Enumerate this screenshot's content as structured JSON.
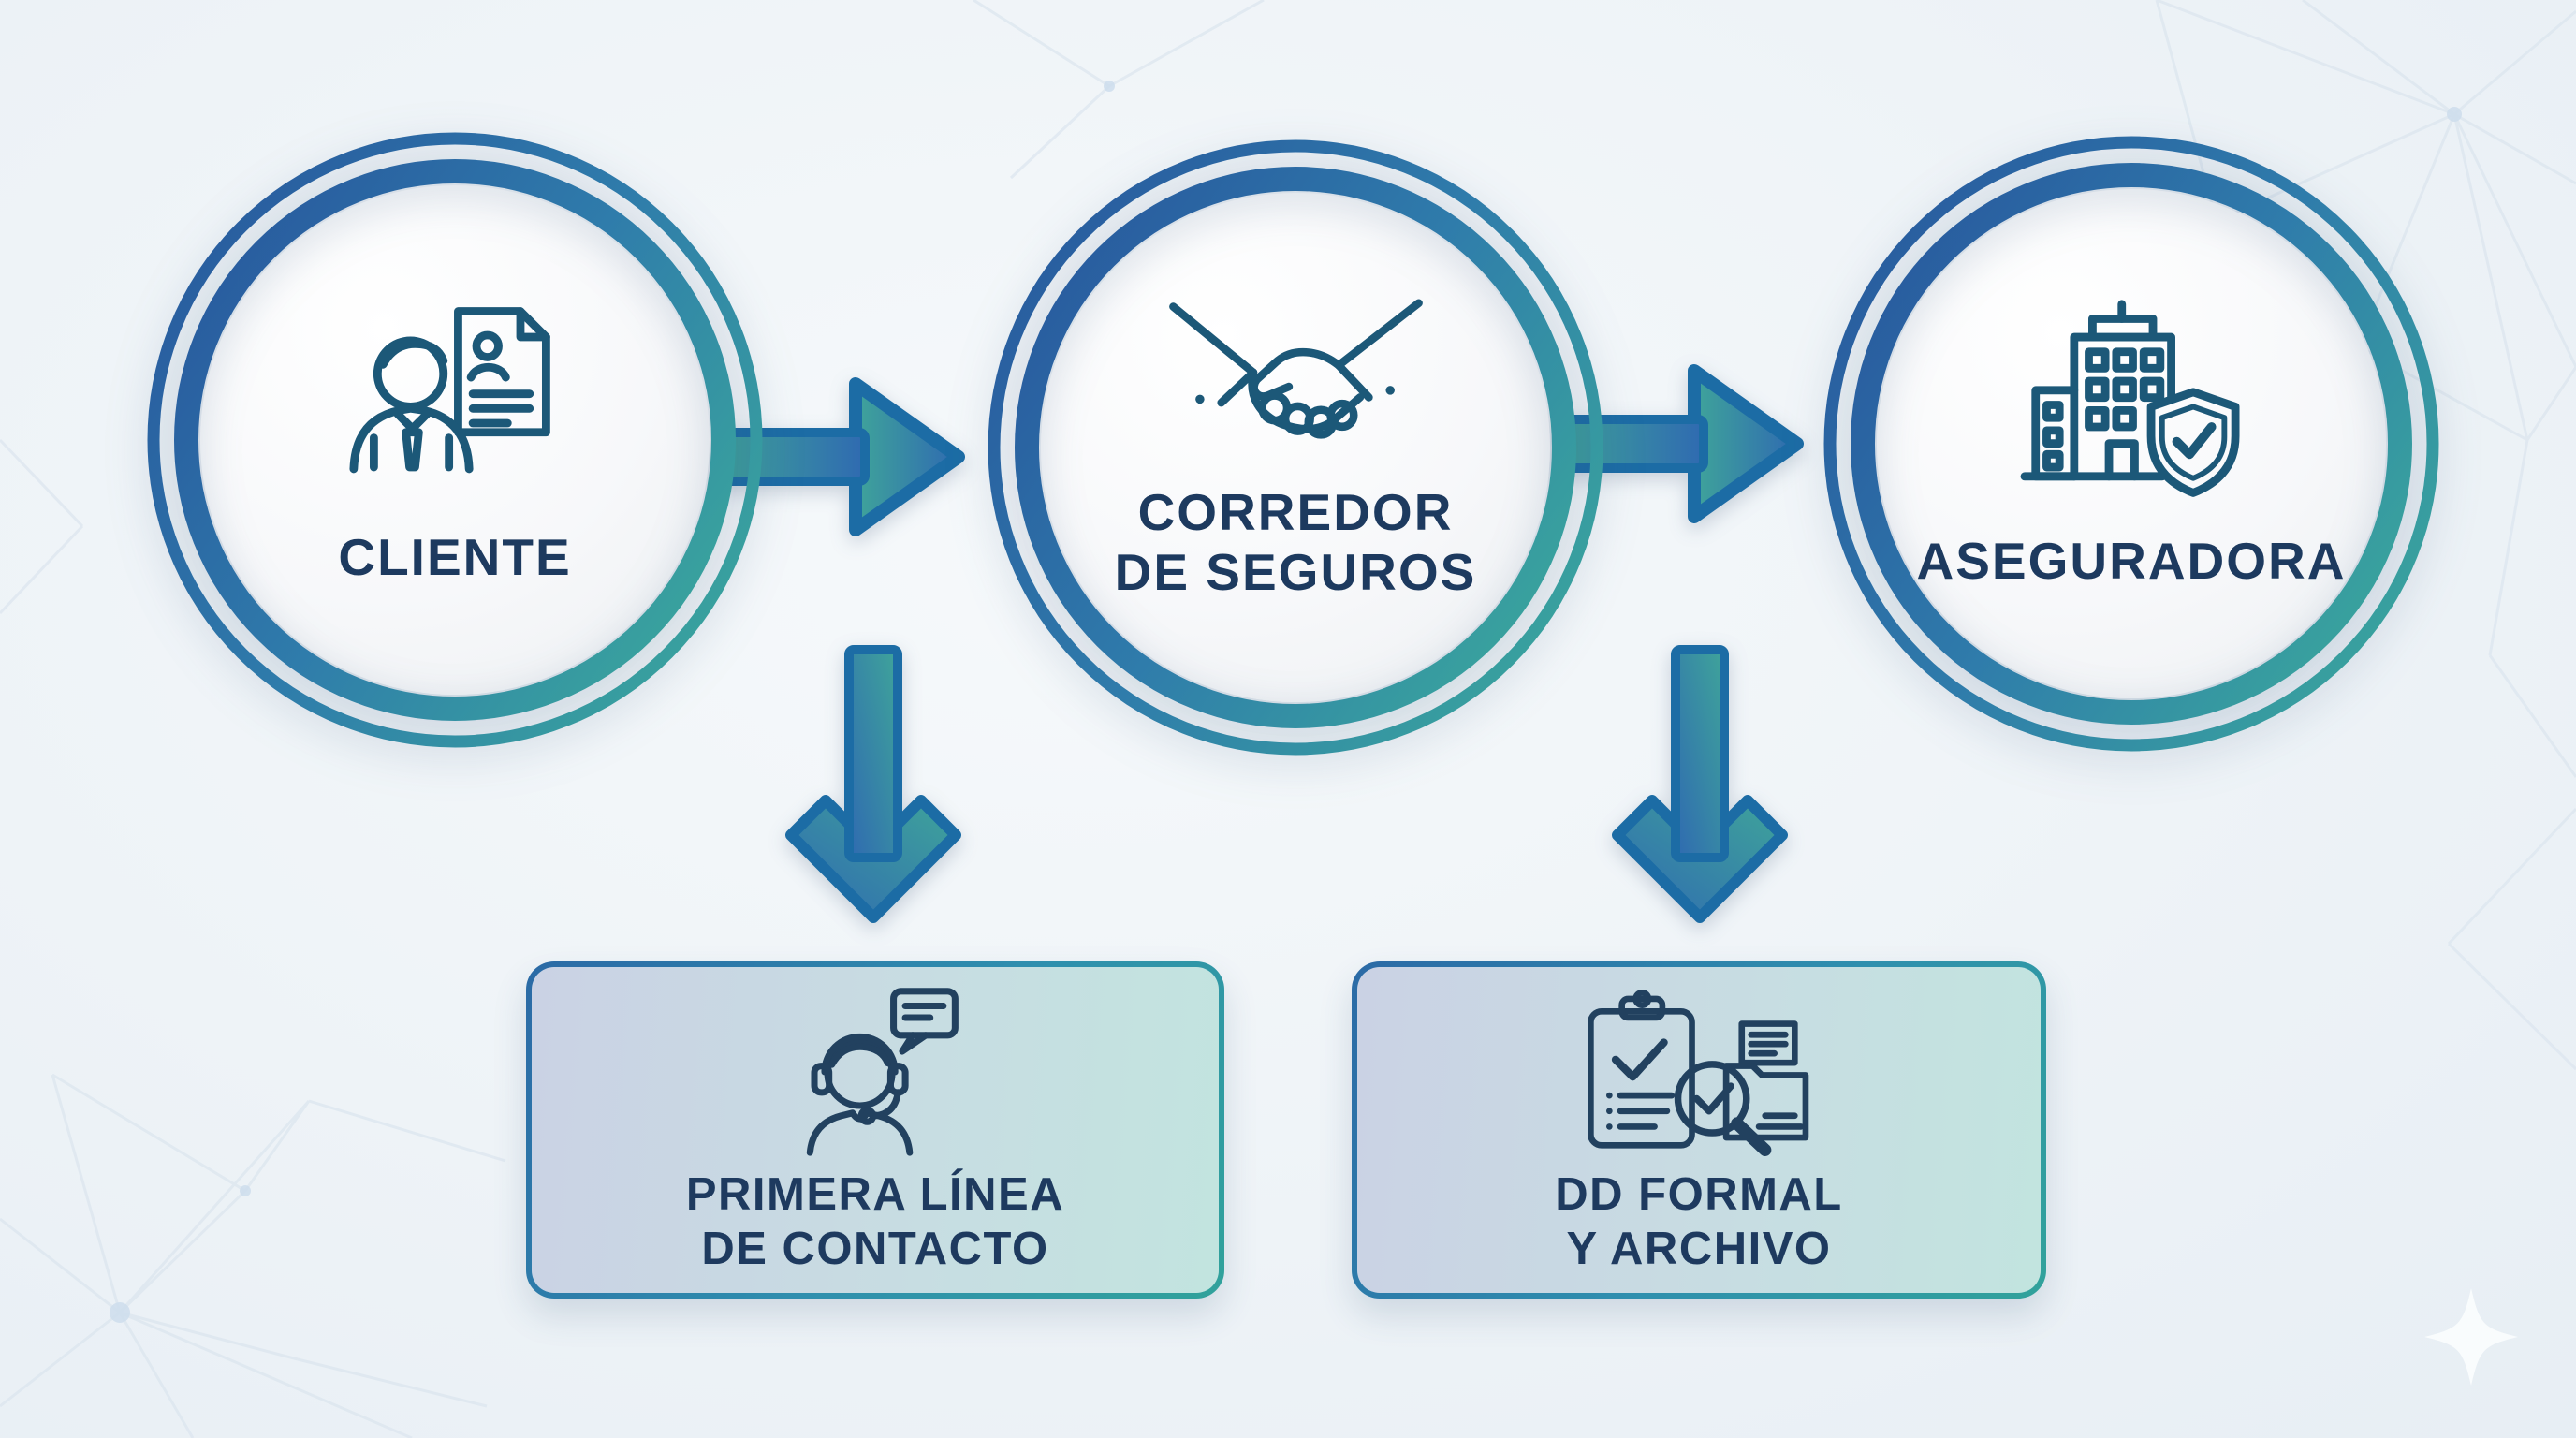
{
  "diagram": {
    "colors": {
      "background": "#eef3f7",
      "mesh_line": "#dce6ef",
      "ring_blue": "#2a5ea4",
      "ring_teal": "#37a89c",
      "arrow_teal": "#3fa49a",
      "arrow_blue": "#2f6ab1",
      "arrow_outline": "#1c6ca5",
      "label_text": "#1d3a5f",
      "box_fill_left": "#cad2e4",
      "box_fill_right": "#c2e4df",
      "circle_fill": "#fafbfc"
    },
    "circles": [
      {
        "id": "cliente",
        "icon": "client-document-icon",
        "label_lines": [
          "CLIENTE"
        ]
      },
      {
        "id": "corredor",
        "icon": "handshake-icon",
        "label_lines": [
          "CORREDOR",
          "DE SEGUROS"
        ]
      },
      {
        "id": "aseguradora",
        "icon": "building-shield-icon",
        "label_lines": [
          "ASEGURADORA"
        ]
      }
    ],
    "boxes": [
      {
        "id": "primera-linea",
        "icon": "support-agent-icon",
        "label_lines": [
          "PRIMERA LÍNEA",
          "DE CONTACTO"
        ]
      },
      {
        "id": "dd-formal",
        "icon": "audit-archive-icon",
        "label_lines": [
          "DD FORMAL",
          "Y ARCHIVO"
        ]
      }
    ],
    "connectors": [
      {
        "from": "cliente",
        "to": "corredor",
        "direction": "right"
      },
      {
        "from": "corredor",
        "to": "aseguradora",
        "direction": "right"
      },
      {
        "from": "flow",
        "to": "primera-linea",
        "direction": "down"
      },
      {
        "from": "flow",
        "to": "dd-formal",
        "direction": "down"
      }
    ],
    "decorations": {
      "sparkle": "four-point-star",
      "mesh": "polygonal-network"
    }
  }
}
